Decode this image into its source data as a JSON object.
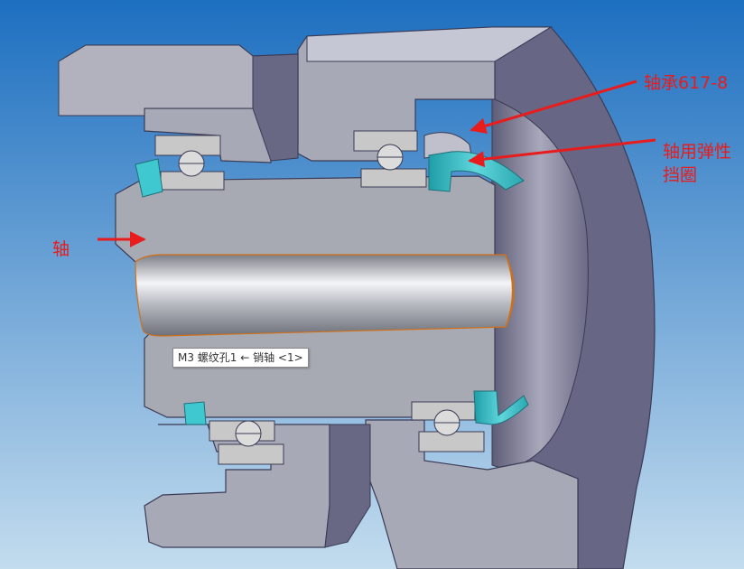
{
  "colors": {
    "background_top": "#1d6fc0",
    "background_bottom": "#c3dcee",
    "shaft": "#a7aab3",
    "housing": "#a8a9b6",
    "housing_dark": "#676684",
    "circlip": "#40c8d0",
    "bearing": "#c8c8c8",
    "annotation": "#e81c1c"
  },
  "labels": {
    "bearing": "轴承617-8",
    "circlip_line1": "轴用弹性",
    "circlip_line2": "挡圈",
    "shaft": "轴"
  },
  "callout": {
    "text": "M3 螺纹孔1 ← 销轴 <1>"
  }
}
